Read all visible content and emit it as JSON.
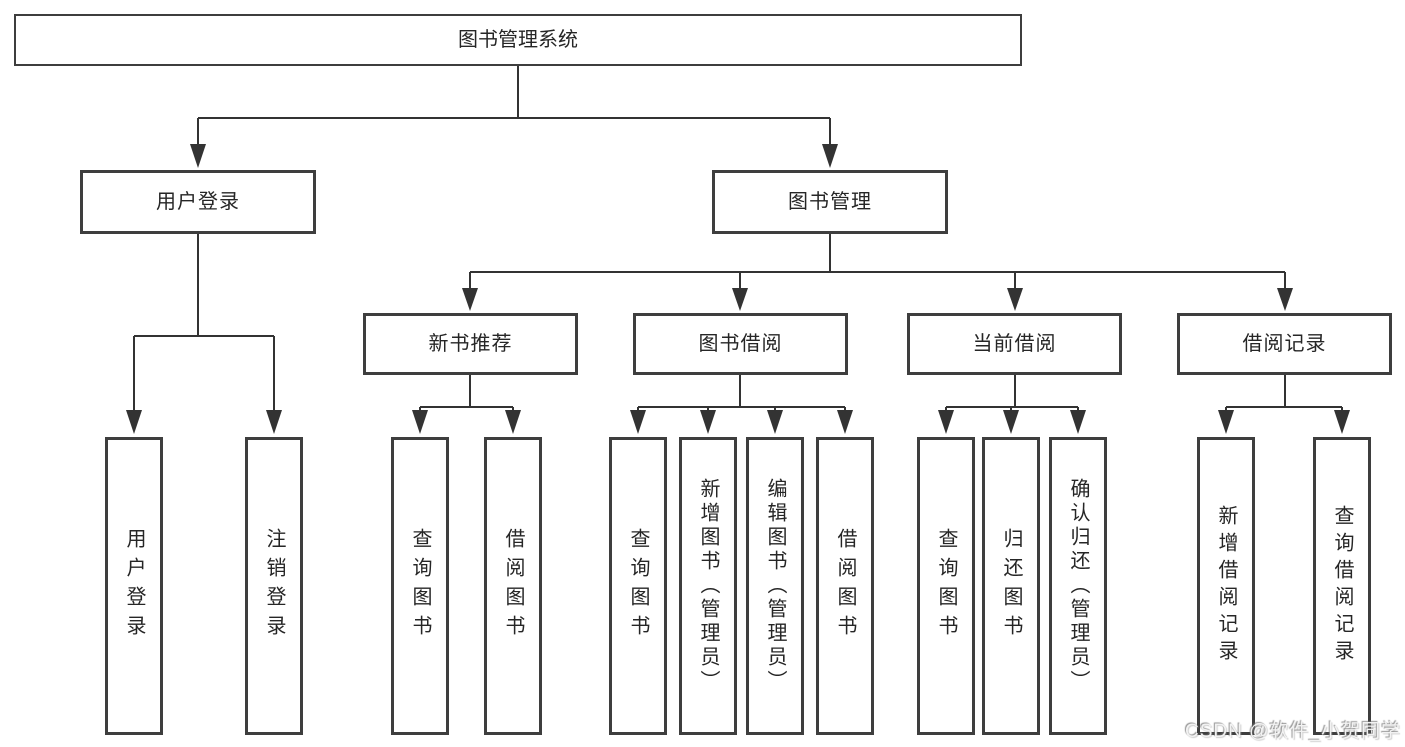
{
  "tree": {
    "root": {
      "label": "图书管理系统"
    },
    "branches": [
      {
        "label": "用户登录",
        "children": [
          {
            "label": "用户登录"
          },
          {
            "label": "注销登录"
          }
        ]
      },
      {
        "label": "图书管理",
        "children": [
          {
            "label": "新书推荐",
            "children": [
              {
                "label": "查询图书"
              },
              {
                "label": "借阅图书"
              }
            ]
          },
          {
            "label": "图书借阅",
            "children": [
              {
                "label": "查询图书"
              },
              {
                "label": "新增图书（管理员）"
              },
              {
                "label": "编辑图书（管理员）"
              },
              {
                "label": "借阅图书"
              }
            ]
          },
          {
            "label": "当前借阅",
            "children": [
              {
                "label": "查询图书"
              },
              {
                "label": "归还图书"
              },
              {
                "label": "确认归还（管理员）"
              }
            ]
          },
          {
            "label": "借阅记录",
            "children": [
              {
                "label": "新增借阅记录"
              },
              {
                "label": "查询借阅记录"
              }
            ]
          }
        ]
      }
    ]
  },
  "watermark": "CSDN @软件_小贺同学",
  "colors": {
    "line": "#333333",
    "border": "#3e3e3e",
    "text": "#262626",
    "background": "#ffffff",
    "watermark": "#f2f2f2"
  }
}
